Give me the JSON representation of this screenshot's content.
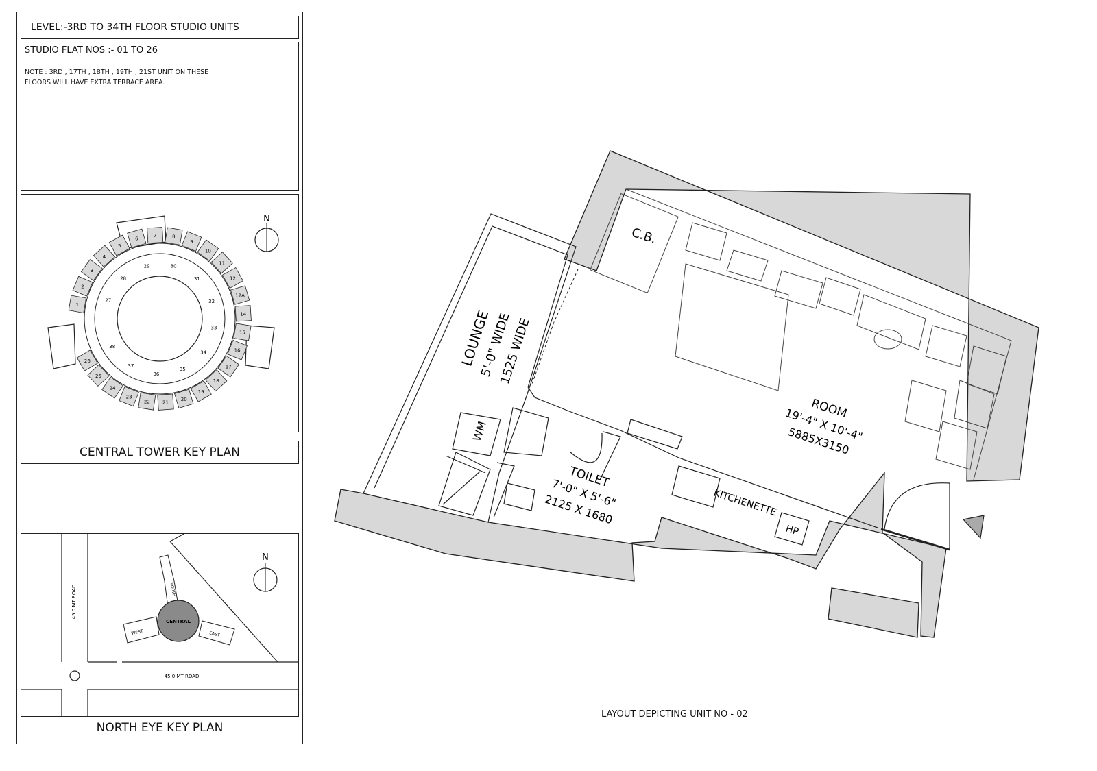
{
  "sheet": {
    "level_title": "LEVEL:-3RD TO 34TH FLOOR STUDIO UNITS",
    "flat_nos": "STUDIO FLAT NOS :- 01 TO 26",
    "note_line1": "NOTE : 3RD , 17TH , 18TH , 19TH , 21ST UNIT ON THESE",
    "note_line2": "FLOORS WILL HAVE EXTRA  TERRACE AREA.",
    "central_key_plan_title": "CENTRAL TOWER KEY PLAN",
    "north_eye_key_plan_title": "NORTH EYE KEY PLAN",
    "layout_caption": "LAYOUT DEPICTING UNIT NO - 02"
  },
  "key_plan": {
    "north": "N",
    "outer_units": [
      "1",
      "2",
      "3",
      "4",
      "5",
      "6",
      "7",
      "8",
      "9",
      "10",
      "11",
      "12",
      "12A",
      "14",
      "15",
      "16",
      "17",
      "18",
      "19",
      "20",
      "21",
      "22",
      "23",
      "24",
      "25",
      "26"
    ],
    "inner_units": [
      "27",
      "28",
      "29",
      "30",
      "31",
      "32",
      "33",
      "34",
      "35",
      "36",
      "37",
      "38"
    ]
  },
  "site_plan": {
    "north": "N",
    "road_vertical": "45.0 MT ROAD",
    "road_horizontal": "45.0 MT ROAD",
    "central": "CENTRAL",
    "west": "WEST",
    "east": "EAST",
    "north_tower": "NORTH"
  },
  "floor_plan": {
    "cb": "C.B.",
    "lounge": "LOUNGE",
    "lounge_dim1": "5'-0\" WIDE",
    "lounge_dim2": "1525 WIDE",
    "room": "ROOM",
    "room_dim1": "19'-4\" X 10'-4\"",
    "room_dim2": "5885X3150",
    "toilet": "TOILET",
    "toilet_dim1": "7'-0\" X 5'-6\"",
    "toilet_dim2": "2125 X 1680",
    "kitchenette": "KITCHENETTE",
    "hp": "HP",
    "wm": "WM"
  }
}
